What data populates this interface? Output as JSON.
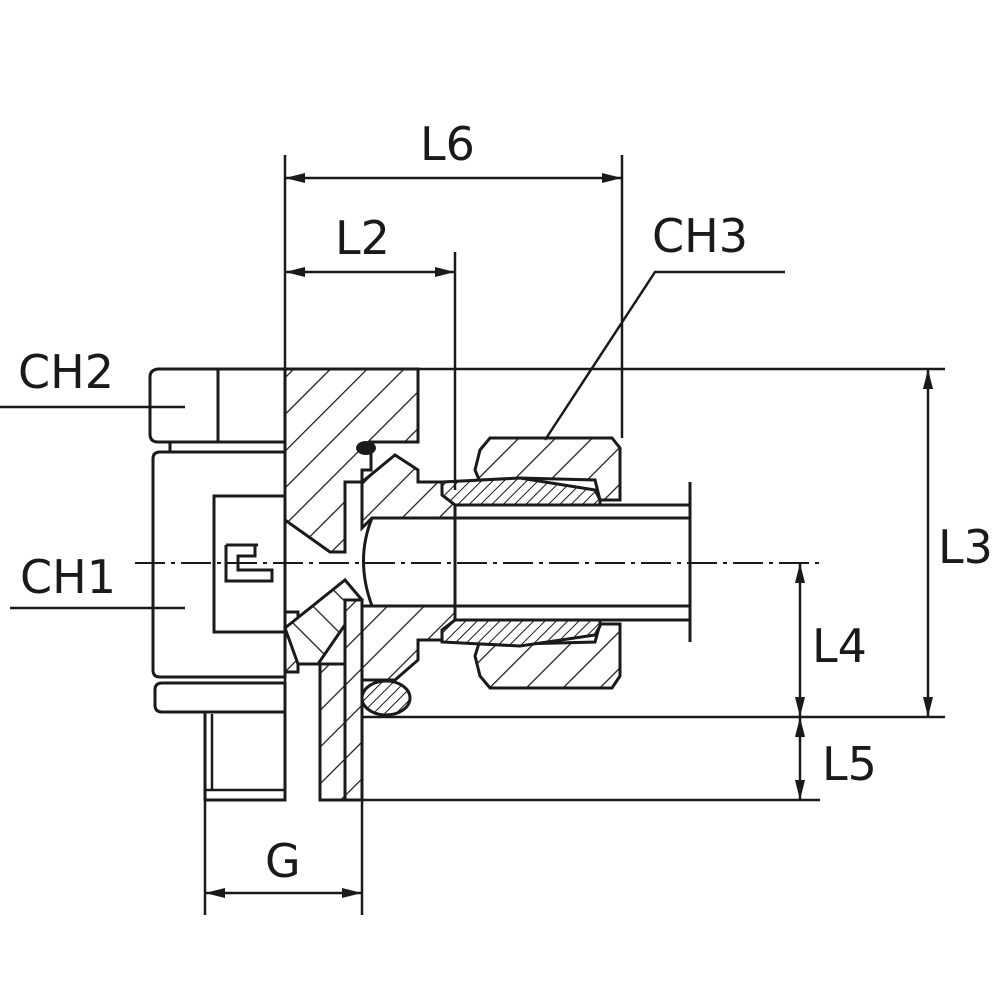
{
  "labels": {
    "L6": "L6",
    "L2": "L2",
    "CH3": "CH3",
    "CH2": "CH2",
    "CH1": "CH1",
    "L3": "L3",
    "L4": "L4",
    "L5": "L5",
    "G": "G"
  }
}
